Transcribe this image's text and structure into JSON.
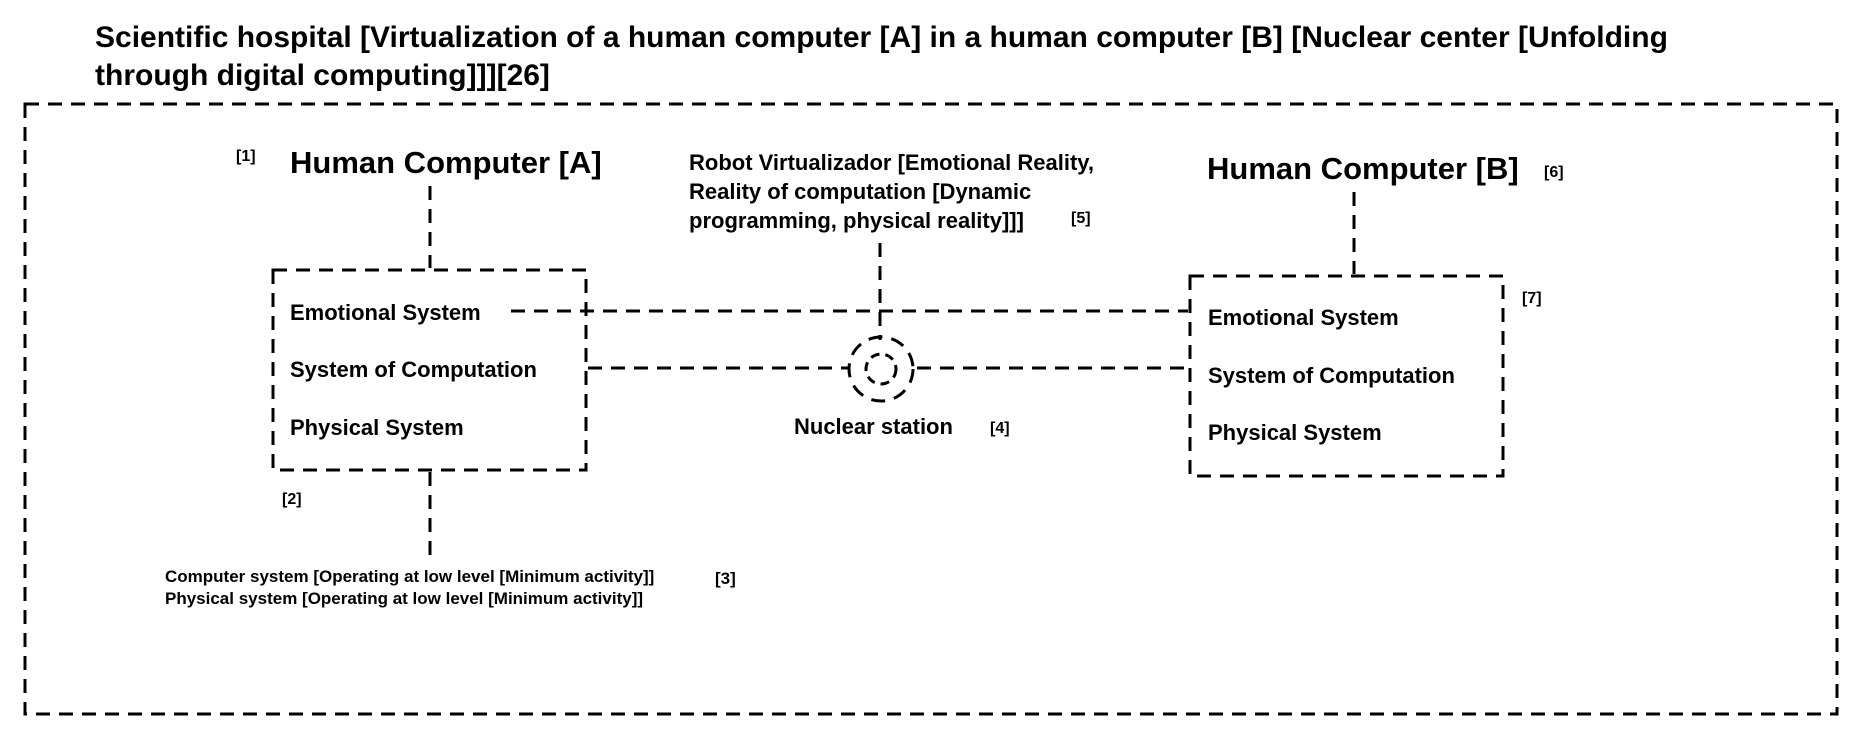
{
  "title": {
    "line1": "Scientific hospital [Virtualization of a human computer [A] in a human computer [B] [Nuclear center [Unfolding",
    "line2": "through digital computing]]][26]"
  },
  "computer_a": {
    "heading": "Human Computer [A]",
    "ref_heading": "[1]",
    "ref_box": "[2]",
    "systems": [
      "Emotional System",
      "System of Computation",
      "Physical System"
    ]
  },
  "computer_b": {
    "heading": "Human Computer [B]",
    "ref_heading": "[6]",
    "ref_box": "[7]",
    "systems": [
      "Emotional System",
      "System of Computation",
      "Physical System"
    ]
  },
  "robot": {
    "lines": [
      "Robot Virtualizador [Emotional Reality,",
      "Reality of computation [Dynamic",
      "programming, physical reality]]]"
    ],
    "ref": "[5]"
  },
  "nuclear": {
    "label": "Nuclear station",
    "ref": "[4]"
  },
  "low_level": {
    "lines": [
      "Computer system [Operating at low level [Minimum activity]]",
      "Physical system [Operating at low level [Minimum activity]]"
    ],
    "ref": "[3]"
  }
}
